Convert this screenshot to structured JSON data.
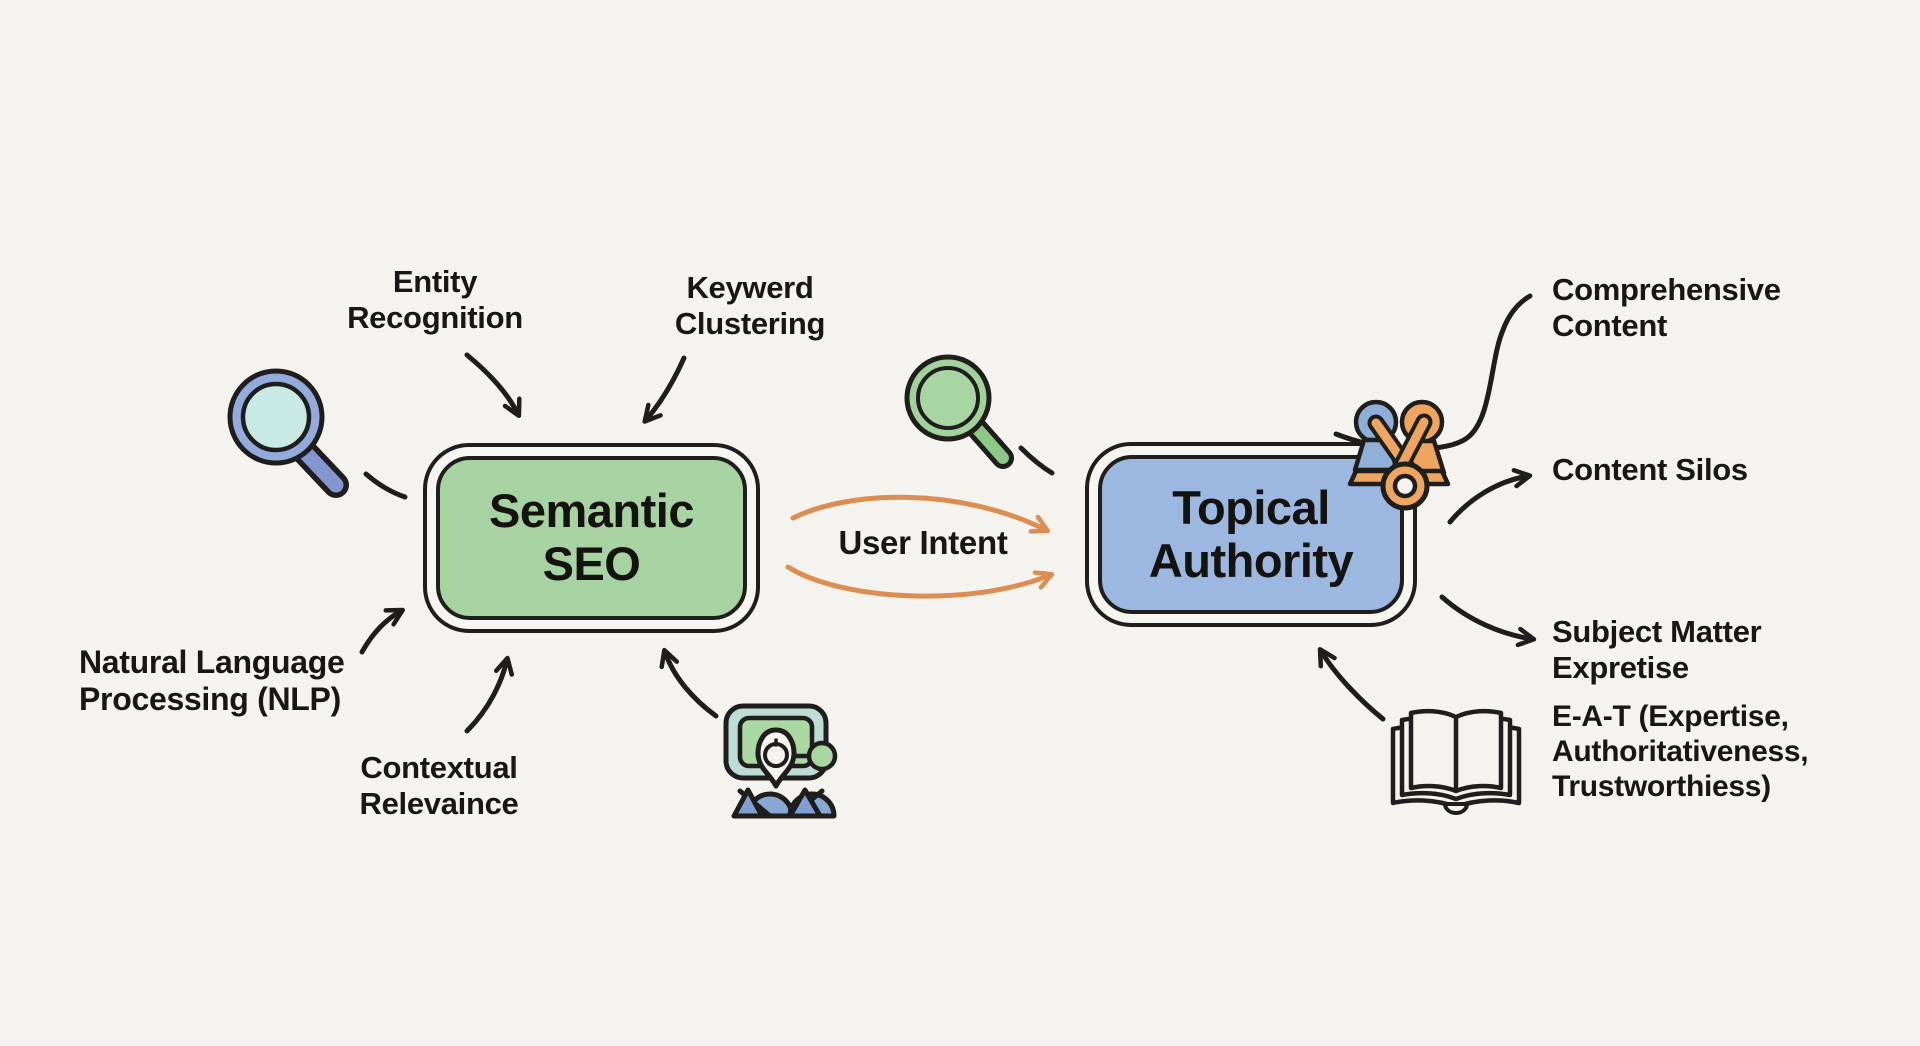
{
  "nodes": {
    "semantic_seo": {
      "title": "Semantic\nSEO",
      "fill": "#a7d2a1"
    },
    "topical_authority": {
      "title": "Topical\nAuthority",
      "fill": "#9cb8e1"
    }
  },
  "flow": {
    "label": "User Intent",
    "arrow_color": "#dc8e52"
  },
  "labels": {
    "entity_recognition": "Entity\nRecognition",
    "keyword_clustering": "Keywerd\nClustering",
    "nlp": "Natural Language\nProcessing (NLP)",
    "contextual_relevance": "Contextual\nRelevaince",
    "comprehensive_content": "Comprehensive\nContent",
    "content_silos": "Content Silos",
    "subject_matter_expertise": "Subject Matter\nExpretise",
    "eat": "E-A-T (Expertise,\nAuthoritativeness,\nTrustworthiess)"
  },
  "icons": [
    "magnifier-blue-icon",
    "magnifier-green-icon",
    "person-computer-icon",
    "award-figures-icon",
    "open-book-icon"
  ],
  "colors": {
    "background": "#f4f3ee",
    "connector": "#1f1e1c",
    "accent_orange": "#dc8e52",
    "green_node": "#a7d2a1",
    "blue_node": "#9cb8e1"
  }
}
